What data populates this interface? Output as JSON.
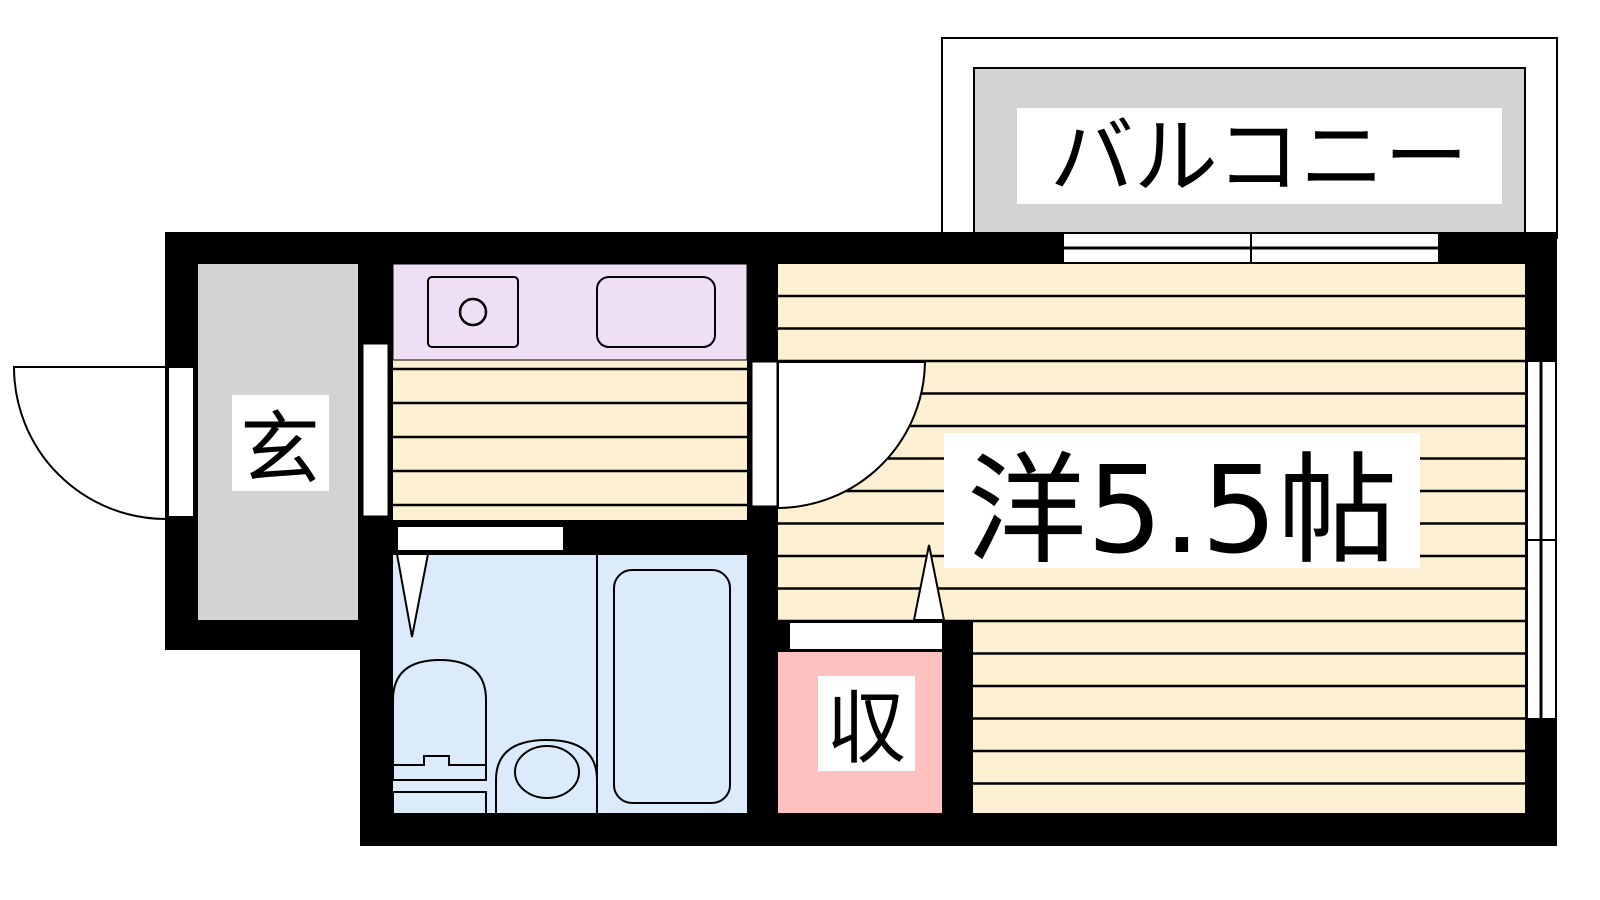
{
  "rooms": {
    "balcony": {
      "label": "バルコニー"
    },
    "entrance": {
      "label": "玄"
    },
    "storage": {
      "label": "収"
    },
    "western_room": {
      "label": "洋5.5帖"
    }
  },
  "colors": {
    "wall": "#000000",
    "floor": "#FDF0D2",
    "kitchen": "#EEDFF5",
    "bath": "#DCEBFC",
    "storage": "#FFC0C0",
    "gray": "#D3D3D3"
  }
}
